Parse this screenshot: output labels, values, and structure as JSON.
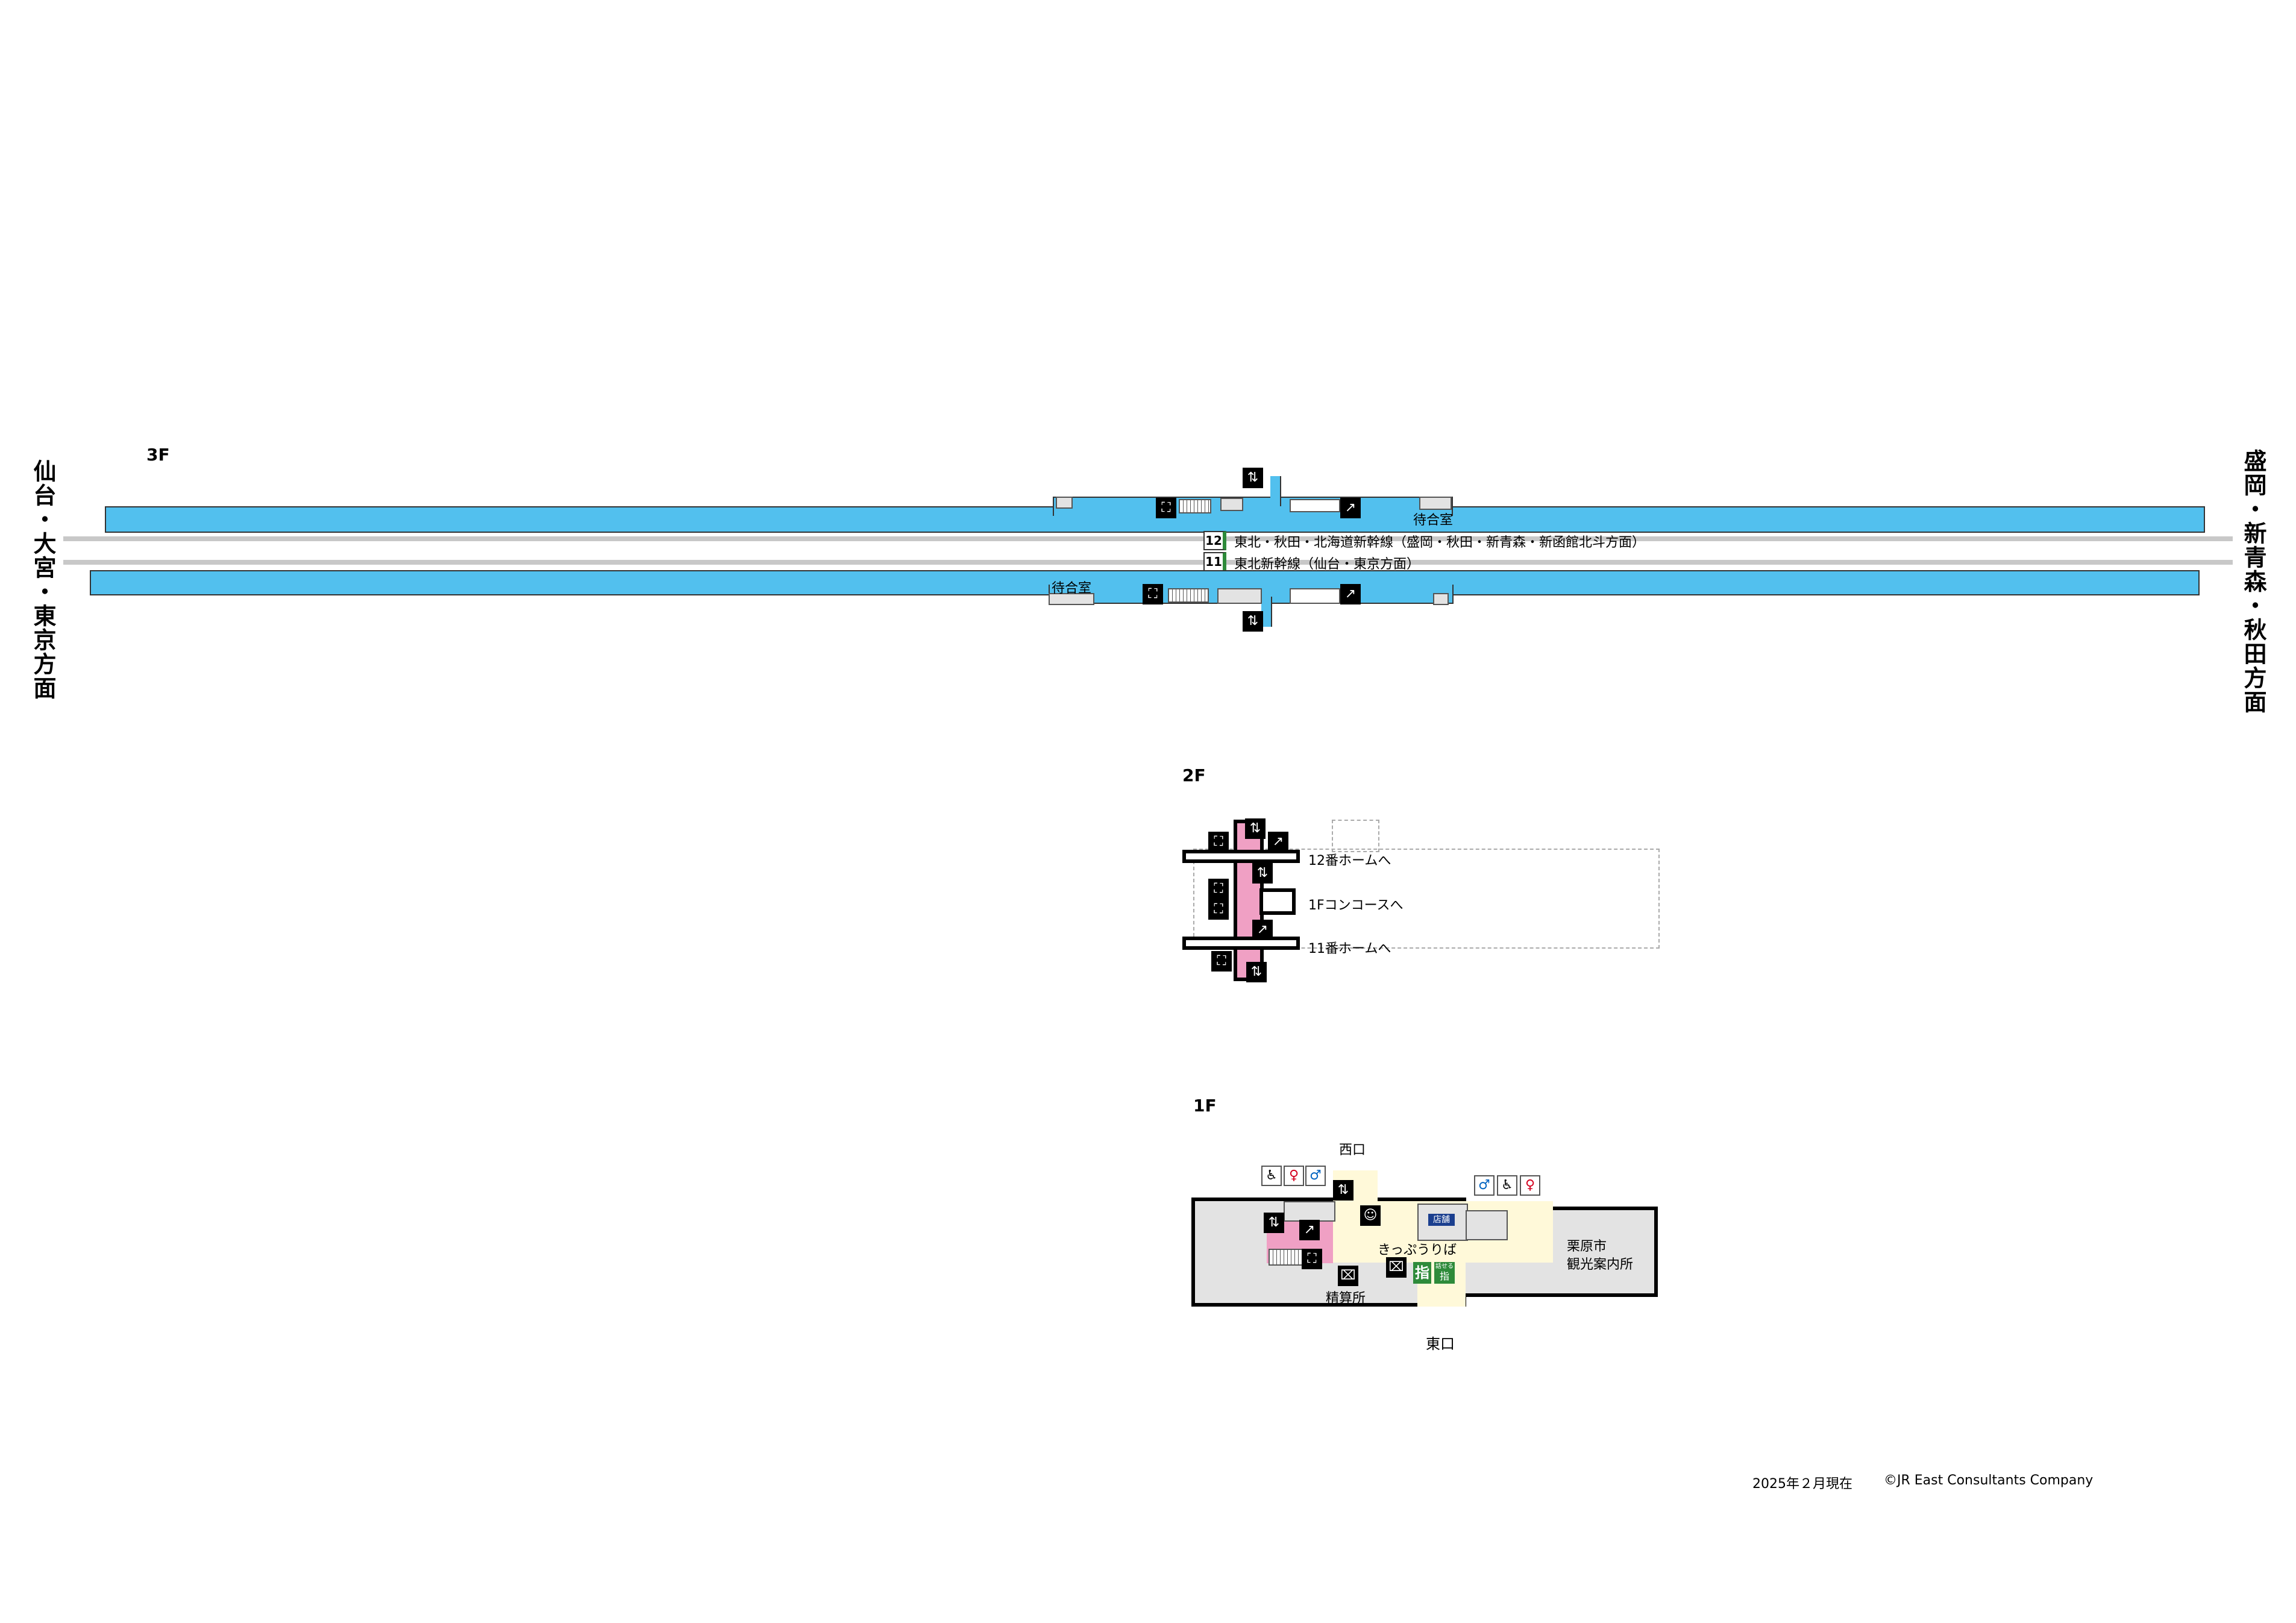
{
  "floors": {
    "f3": {
      "label": "3F",
      "left_direction": "仙台・大宮・東京方面",
      "right_direction": "盛岡・新青森・秋田方面",
      "waiting_room_upper": "待合室",
      "waiting_room_lower": "待合室",
      "track12": {
        "number": "12",
        "text": "東北・秋田・北海道新幹線（盛岡・秋田・新青森・新函館北斗方面）"
      },
      "track11": {
        "number": "11",
        "text": "東北新幹線（仙台・東京方面）"
      }
    },
    "f2": {
      "label": "2F",
      "to_platform12": "12番ホームへ",
      "to_concourse": "1Fコンコースへ",
      "to_platform11": "11番ホームへ"
    },
    "f1": {
      "label": "1F",
      "west_exit": "西口",
      "east_exit": "東口",
      "ticket_office": "きっぷうりば",
      "fare_adjustment": "精算所",
      "store": "店舗",
      "tourist_info_line1": "栗原市",
      "tourist_info_line2": "観光案内所",
      "reserved_ticket": "指",
      "talking_reserved": "話せる",
      "talking_reserved_sub": "指"
    }
  },
  "colors": {
    "platform": "#52C0EE",
    "concourse": "#FFF9D9",
    "paid_area": "#F0A0C4",
    "building": "#E3E3E3",
    "track_accent": "#2E8B3A",
    "store": "#1B3F8F"
  },
  "footer": {
    "date": "2025年２月現在",
    "copyright": "©JR East Consultants Company"
  }
}
